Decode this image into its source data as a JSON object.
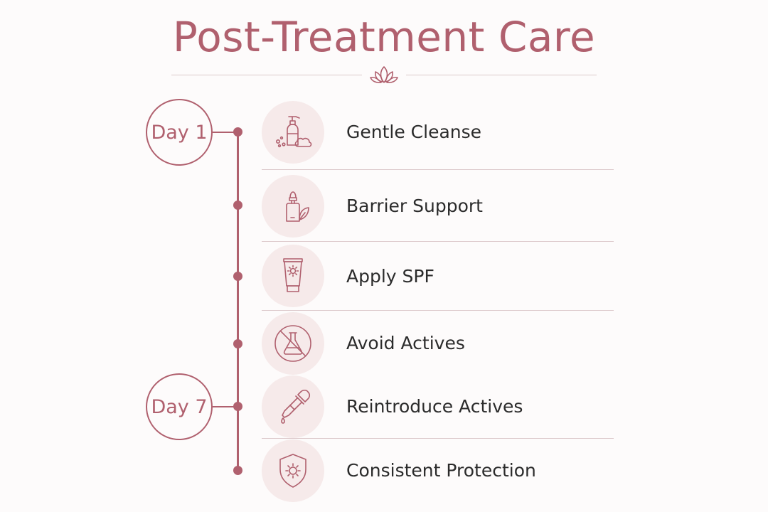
{
  "title": "Post-Treatment Care",
  "colors": {
    "accent": "#b0606e",
    "icon_bg": "#f6eaea",
    "divider": "#dcc9cb",
    "text": "#2b2b2b"
  },
  "days": [
    {
      "label": "Day 1"
    },
    {
      "label": "Day 7"
    }
  ],
  "steps": [
    {
      "label": "Gentle Cleanse",
      "icon": "soap-bottle-icon"
    },
    {
      "label": "Barrier Support",
      "icon": "serum-bottle-leaf-icon"
    },
    {
      "label": "Apply SPF",
      "icon": "sunscreen-tube-icon"
    },
    {
      "label": "Avoid Actives",
      "icon": "no-flask-icon"
    },
    {
      "label": "Reintroduce Actives",
      "icon": "dropper-icon"
    },
    {
      "label": "Consistent Protection",
      "icon": "sun-shield-icon"
    }
  ]
}
